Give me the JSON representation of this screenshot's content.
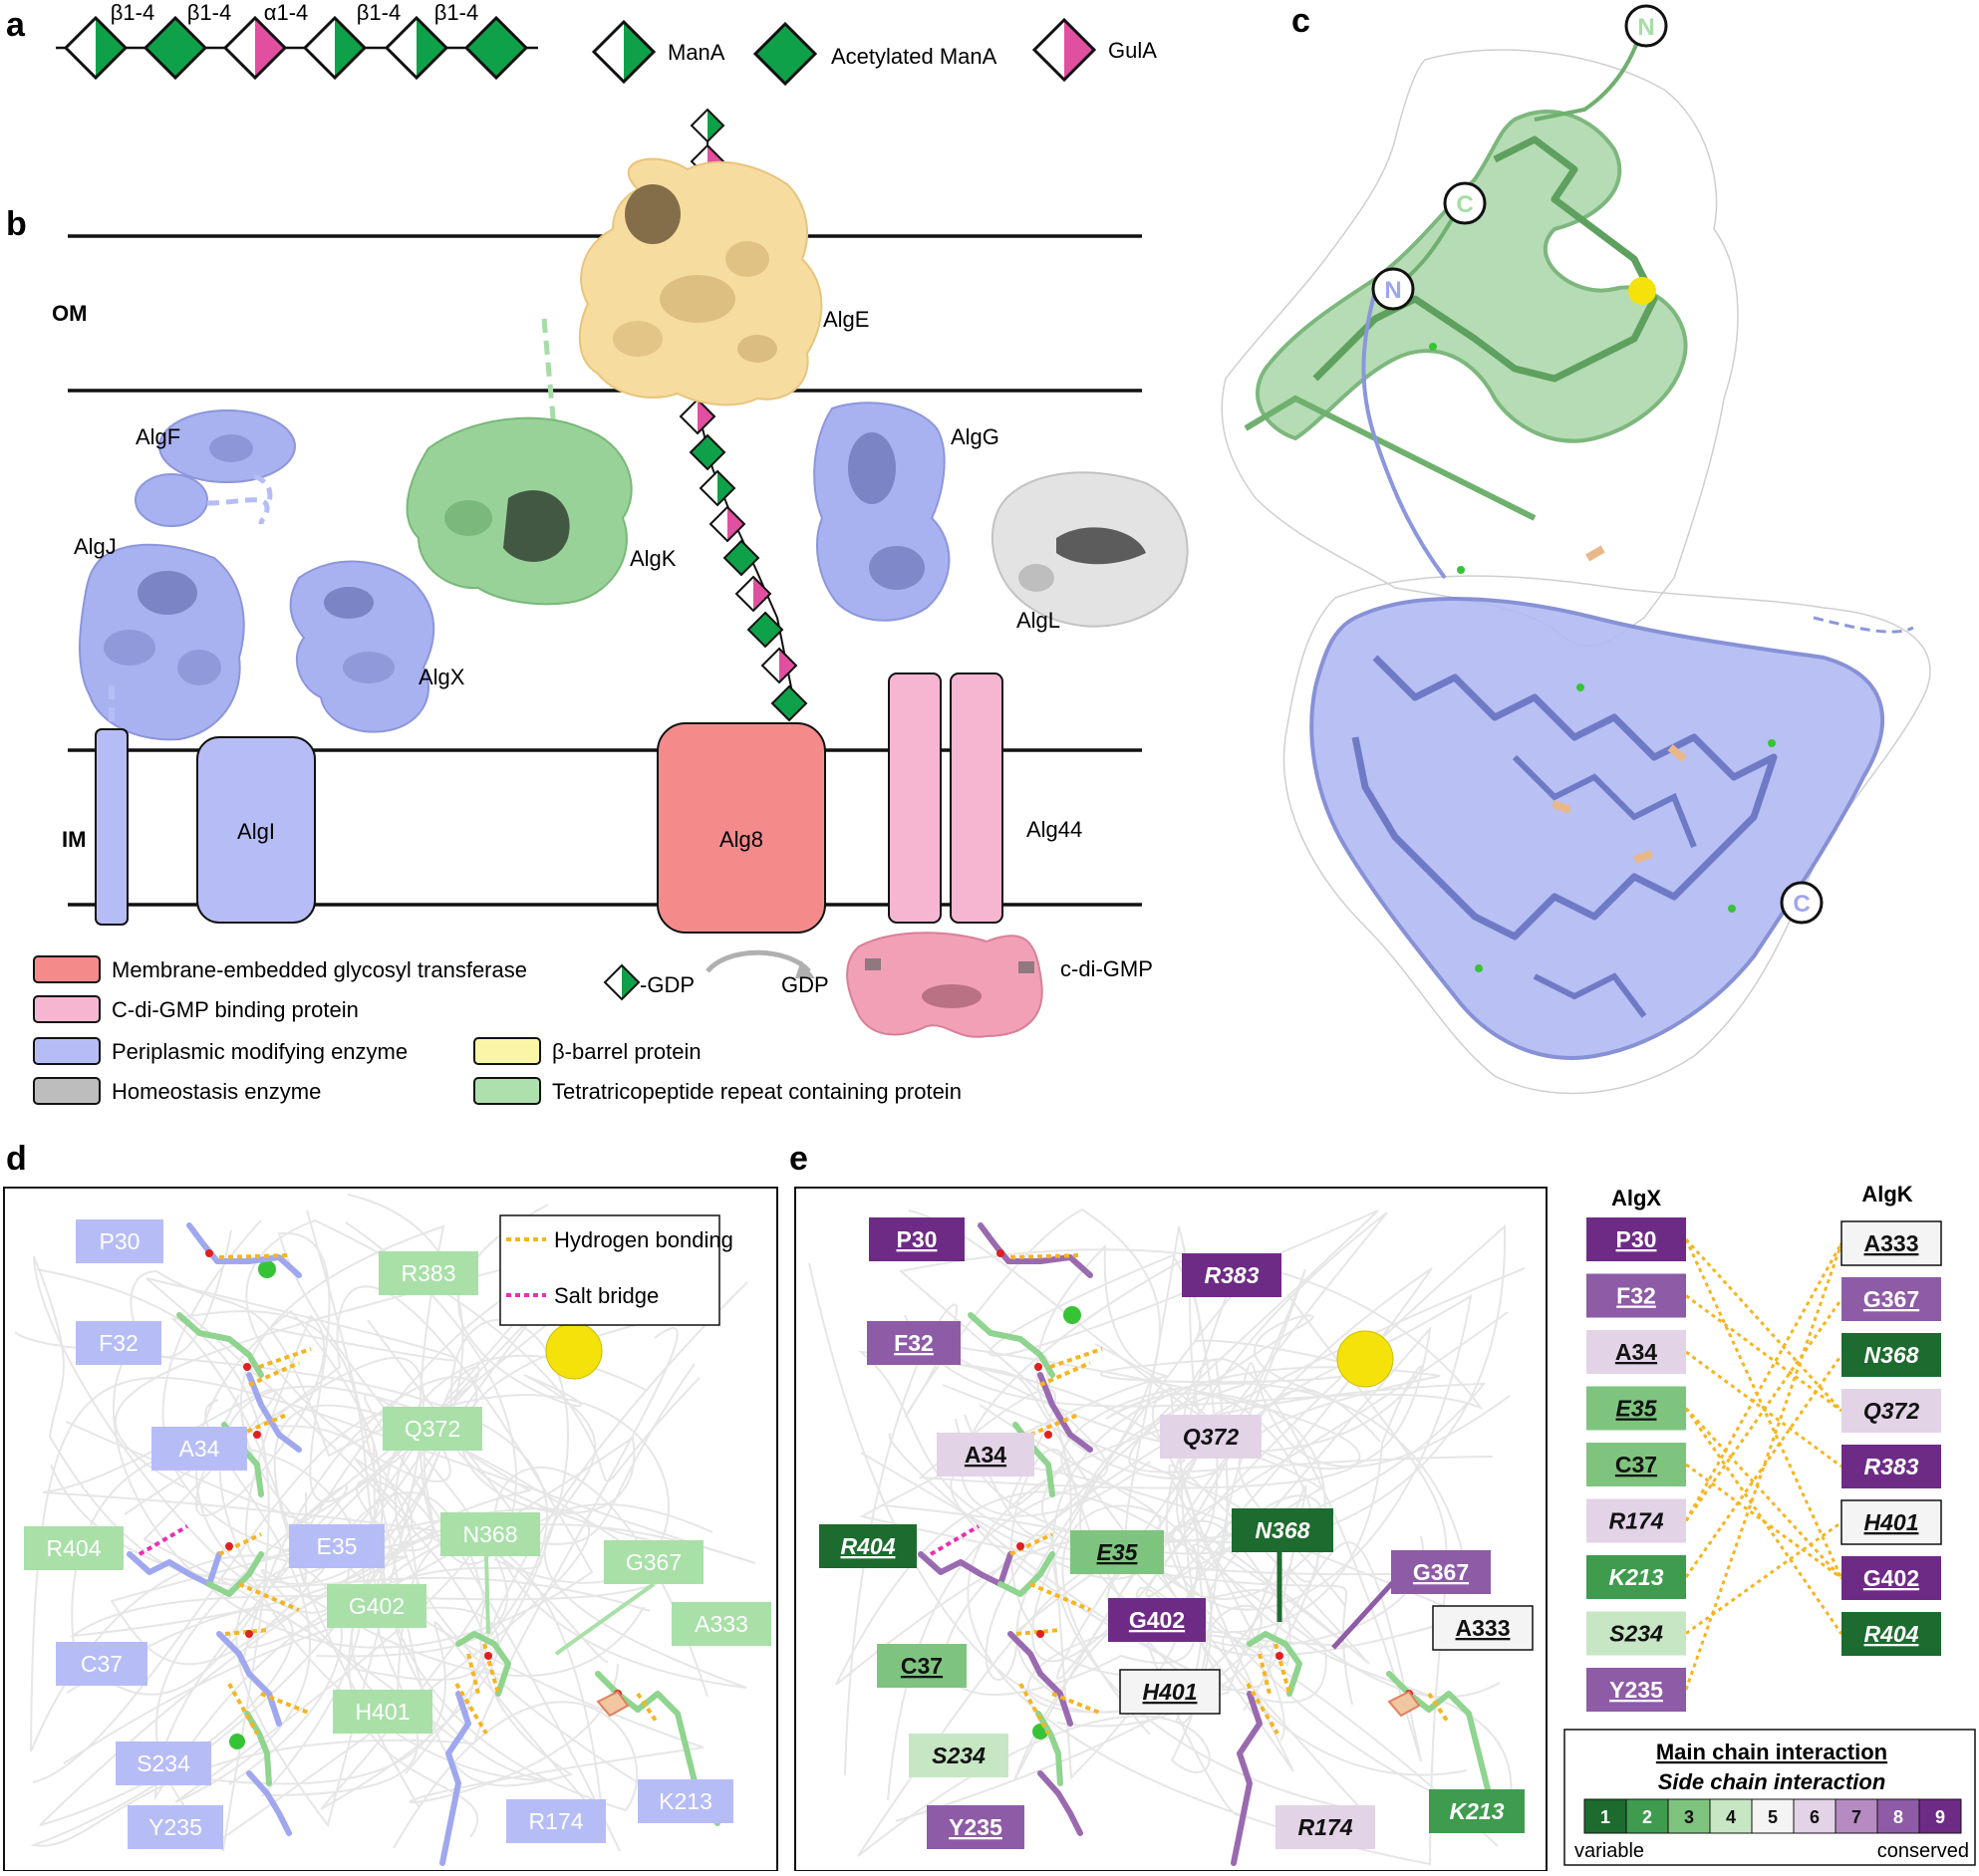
{
  "panels": {
    "a": "a",
    "b": "b",
    "c": "c",
    "d": "d",
    "e": "e"
  },
  "panel_a": {
    "linkages": [
      "β1-4",
      "β1-4",
      "α1-4",
      "β1-4",
      "β1-4"
    ],
    "legend": [
      {
        "symbol": "half-green",
        "label": "ManA"
      },
      {
        "symbol": "full-green",
        "label": "Acetylated ManA"
      },
      {
        "symbol": "half-pink",
        "label": "GulA"
      }
    ]
  },
  "panel_b": {
    "membranes": {
      "outer": "OM",
      "inner": "IM"
    },
    "proteins": {
      "algE": "AlgE",
      "algF": "AlgF",
      "algJ": "AlgJ",
      "algX": "AlgX",
      "algK": "AlgK",
      "algG": "AlgG",
      "algL": "AlgL",
      "algI": "AlgI",
      "alg8": "Alg8",
      "alg44": "Alg44"
    },
    "reaction": {
      "substrate": "-GDP",
      "product": "GDP",
      "ligand": "c-di-GMP"
    },
    "legend": [
      {
        "color": "#f58a8a",
        "label": "Membrane-embedded glycosyl transferase"
      },
      {
        "color": "#f6b6d2",
        "label": "C-di-GMP binding protein"
      },
      {
        "color": "#b6bdf6",
        "label": "Periplasmic modifying enzyme"
      },
      {
        "color": "#bdbdbd",
        "label": "Homeostasis enzyme"
      },
      {
        "color": "#fbf6a6",
        "label": "β-barrel protein"
      },
      {
        "color": "#aee0ae",
        "label": "Tetratricopeptide repeat containing protein"
      }
    ]
  },
  "panel_c": {
    "termini": {
      "green_n": "N",
      "green_c": "C",
      "blue_n": "N",
      "blue_c": "C"
    }
  },
  "panel_d": {
    "legend": {
      "hbond": "Hydrogen bonding",
      "salt": "Salt bridge"
    },
    "residues": [
      "P30",
      "R383",
      "F32",
      "Q372",
      "A34",
      "R404",
      "E35",
      "N368",
      "G367",
      "G402",
      "A333",
      "C37",
      "H401",
      "S234",
      "Y235",
      "R174",
      "K213"
    ]
  },
  "panel_e": {
    "residues": [
      "P30",
      "R383",
      "F32",
      "Q372",
      "A34",
      "R404",
      "E35",
      "N368",
      "G367",
      "G402",
      "A333",
      "C37",
      "H401",
      "S234",
      "Y235",
      "R174",
      "K213"
    ],
    "table": {
      "headers": {
        "left": "AlgX",
        "right": "AlgK"
      },
      "left": [
        "P30",
        "F32",
        "A34",
        "E35",
        "C37",
        "R174",
        "K213",
        "S234",
        "Y235"
      ],
      "right": [
        "A333",
        "G367",
        "N368",
        "Q372",
        "R383",
        "H401",
        "G402",
        "R404"
      ]
    },
    "scale": {
      "title_main": "Main chain interaction",
      "title_side": "Side chain interaction",
      "levels": [
        "1",
        "2",
        "3",
        "4",
        "5",
        "6",
        "7",
        "8",
        "9"
      ],
      "colors": [
        "#1d6b2e",
        "#3f9b4e",
        "#7ec47f",
        "#c7e7c4",
        "#f4f4f4",
        "#e3d3e7",
        "#b58bc2",
        "#8e5ba6",
        "#6e2b86"
      ],
      "low": "variable",
      "high": "conserved"
    }
  }
}
